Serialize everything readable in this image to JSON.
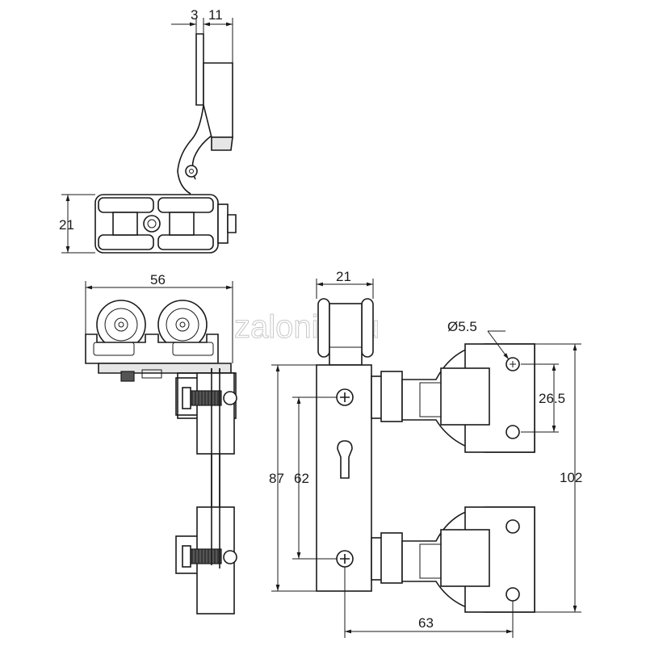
{
  "watermark": "zalonis.eu",
  "dimensions": {
    "d_3": "3",
    "d_11": "11",
    "d_21_side": "21",
    "d_56": "56",
    "d_21_front": "21",
    "d_dia": "Ø5.5",
    "d_26_5": "26.5",
    "d_87": "87",
    "d_62": "62",
    "d_102": "102",
    "d_63": "63"
  }
}
